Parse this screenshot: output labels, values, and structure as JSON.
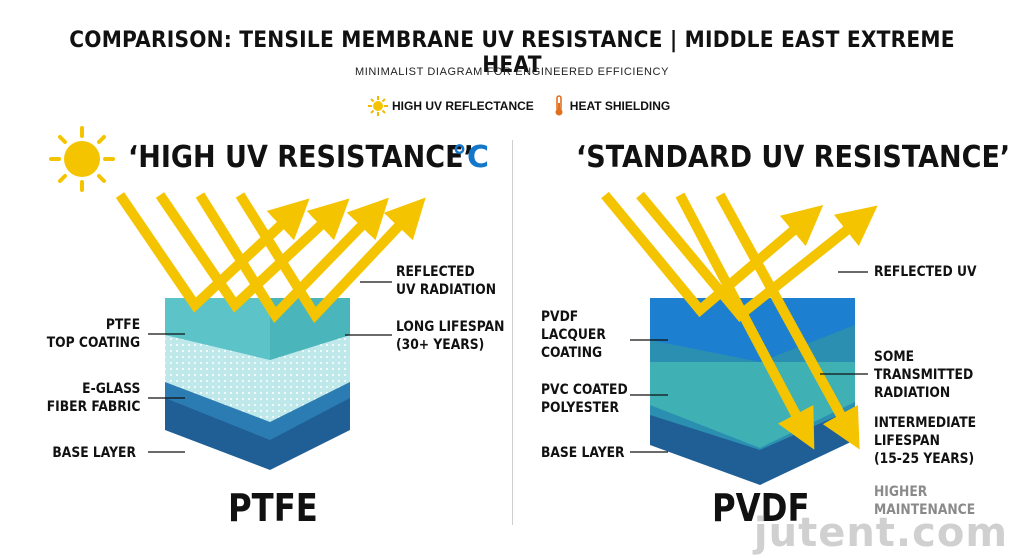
{
  "title": "COMPARISON: TENSILE MEMBRANE UV RESISTANCE | MIDDLE EAST EXTREME HEAT",
  "subtitle": "MINIMALIST DIAGRAM FOR ENGINEERED EFFICIENCY",
  "legend": {
    "items": [
      {
        "label": "HIGH UV REFLECTANCE",
        "icon": "sun-icon"
      },
      {
        "label": "HEAT SHIELDING",
        "icon": "thermometer-icon"
      }
    ]
  },
  "left": {
    "heading": "‘HIGH UV RESISTANCE’",
    "unit": "°C",
    "material": "PTFE",
    "labels": {
      "reflected": "REFLECTED\nUV RADIATION",
      "lifespan": "LONG LIFESPAN\n(30+ YEARS)",
      "top_coating": "PTFE\nTOP COATING",
      "fabric": "E-GLASS\nFIBER FABRIC",
      "base": "BASE LAYER"
    }
  },
  "right": {
    "heading": "‘STANDARD UV RESISTANCE’",
    "material": "PVDF",
    "labels": {
      "reflected": "REFLECTED UV",
      "lacquer": "PVDF\nLACQUER\nCOATING",
      "pvc": "PVC COATED\nPOLYESTER",
      "base": "BASE LAYER",
      "transmitted": "SOME\nTRANSMITTED\nRADIATION",
      "lifespan": "INTERMEDIATE\nLIFESPAN\n(15-25 YEARS)",
      "maintenance": "HIGHER\nMAINTENANCE"
    }
  },
  "watermark": "jutent.com",
  "colors": {
    "ray": "#f5c400",
    "ptfe_top": "#5cc3c8",
    "fabric": "#bfe8ea",
    "base": "#1f5f95",
    "pvdf_top": "#1c7fcf",
    "pvc": "#3fb0b4",
    "accent": "#1477c9"
  }
}
